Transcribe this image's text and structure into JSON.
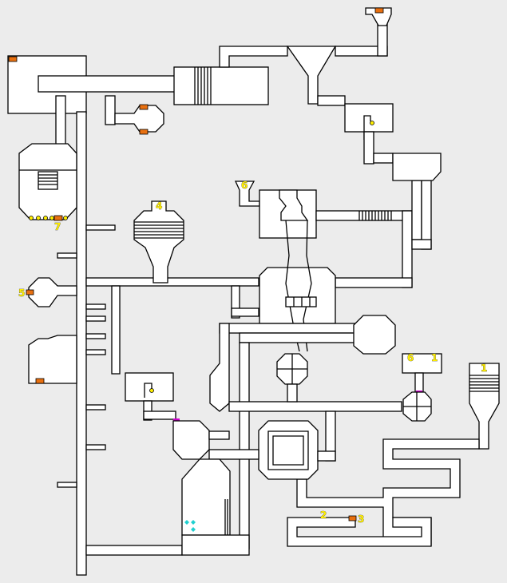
{
  "map": {
    "background": "#ececec",
    "labels": [
      {
        "id": "label-7",
        "text": "7"
      },
      {
        "id": "label-5",
        "text": "5"
      },
      {
        "id": "label-4",
        "text": "4"
      },
      {
        "id": "label-6a",
        "text": "6"
      },
      {
        "id": "label-6b",
        "text": "6"
      },
      {
        "id": "label-1a",
        "text": "1"
      },
      {
        "id": "label-1b",
        "text": "1"
      },
      {
        "id": "label-2",
        "text": "2"
      },
      {
        "id": "label-3",
        "text": "3"
      }
    ],
    "colors": {
      "label": "#ffee00",
      "chest": "#e87010",
      "door": "#d000d0",
      "gem": "#20d0d0"
    }
  }
}
